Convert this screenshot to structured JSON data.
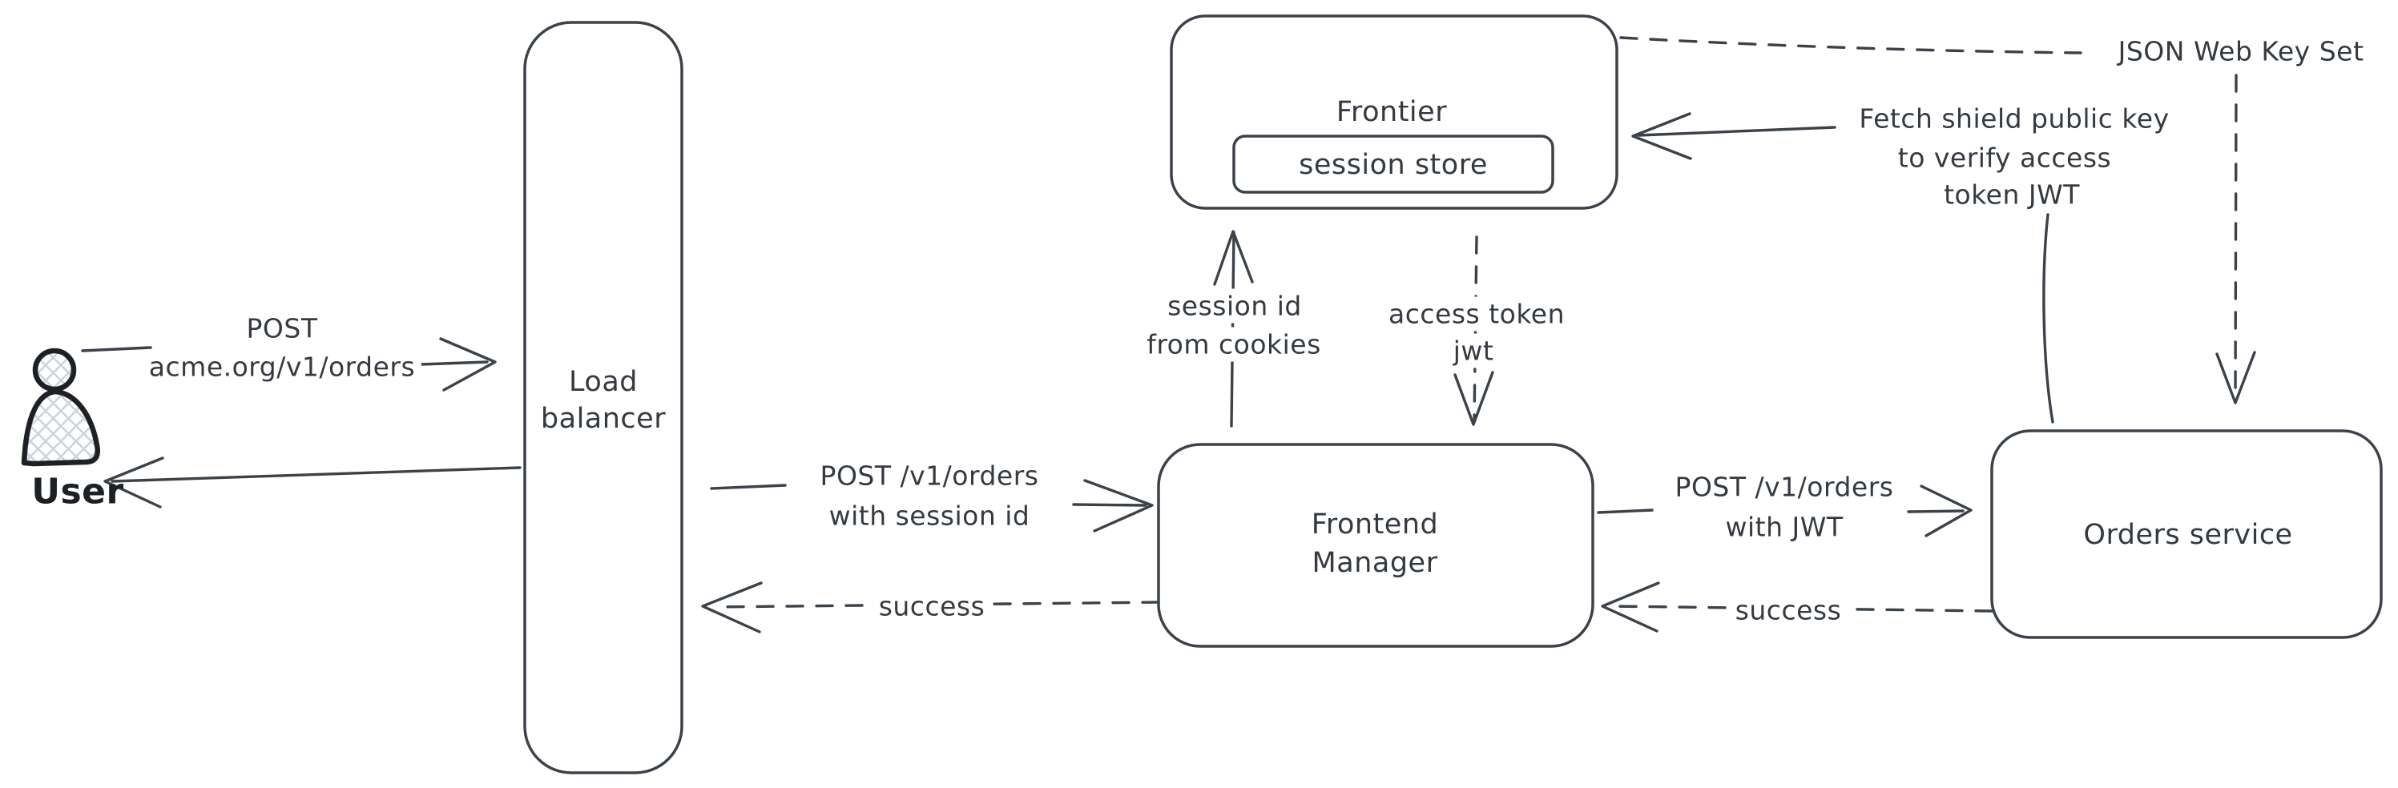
{
  "colors": {
    "background": "#ffffff",
    "stroke": "#3b4249",
    "text": "#343a40",
    "user_stroke": "#1d2125",
    "user_hatch_fill": "#cdd5dc"
  },
  "nodes": {
    "user": {
      "label": "User"
    },
    "load_balancer": {
      "line1": "Load",
      "line2": "balancer"
    },
    "frontier": {
      "label": "Frontier"
    },
    "session_store": {
      "label": "session store"
    },
    "frontend_manager": {
      "line1": "Frontend",
      "line2": "Manager"
    },
    "orders_service": {
      "label": "Orders service"
    }
  },
  "edges": {
    "user_request": {
      "line1": "POST",
      "line2": "acme.org/v1/orders"
    },
    "lb_to_fm": {
      "line1": "POST /v1/orders",
      "line2": "with session id"
    },
    "fm_to_lb": {
      "label": "success"
    },
    "fm_to_frontier": {
      "line1": "session id",
      "line2": "from cookies"
    },
    "frontier_to_fm": {
      "line1": "access token",
      "line2": "jwt"
    },
    "fm_to_orders": {
      "line1": "POST /v1/orders",
      "line2": "with JWT"
    },
    "orders_to_fm": {
      "label": "success"
    },
    "fetch_jwks": {
      "line1": "Fetch shield public key",
      "line2": "to verify access",
      "line3": "token JWT"
    },
    "jwks": {
      "label": "JSON Web Key Set"
    }
  }
}
